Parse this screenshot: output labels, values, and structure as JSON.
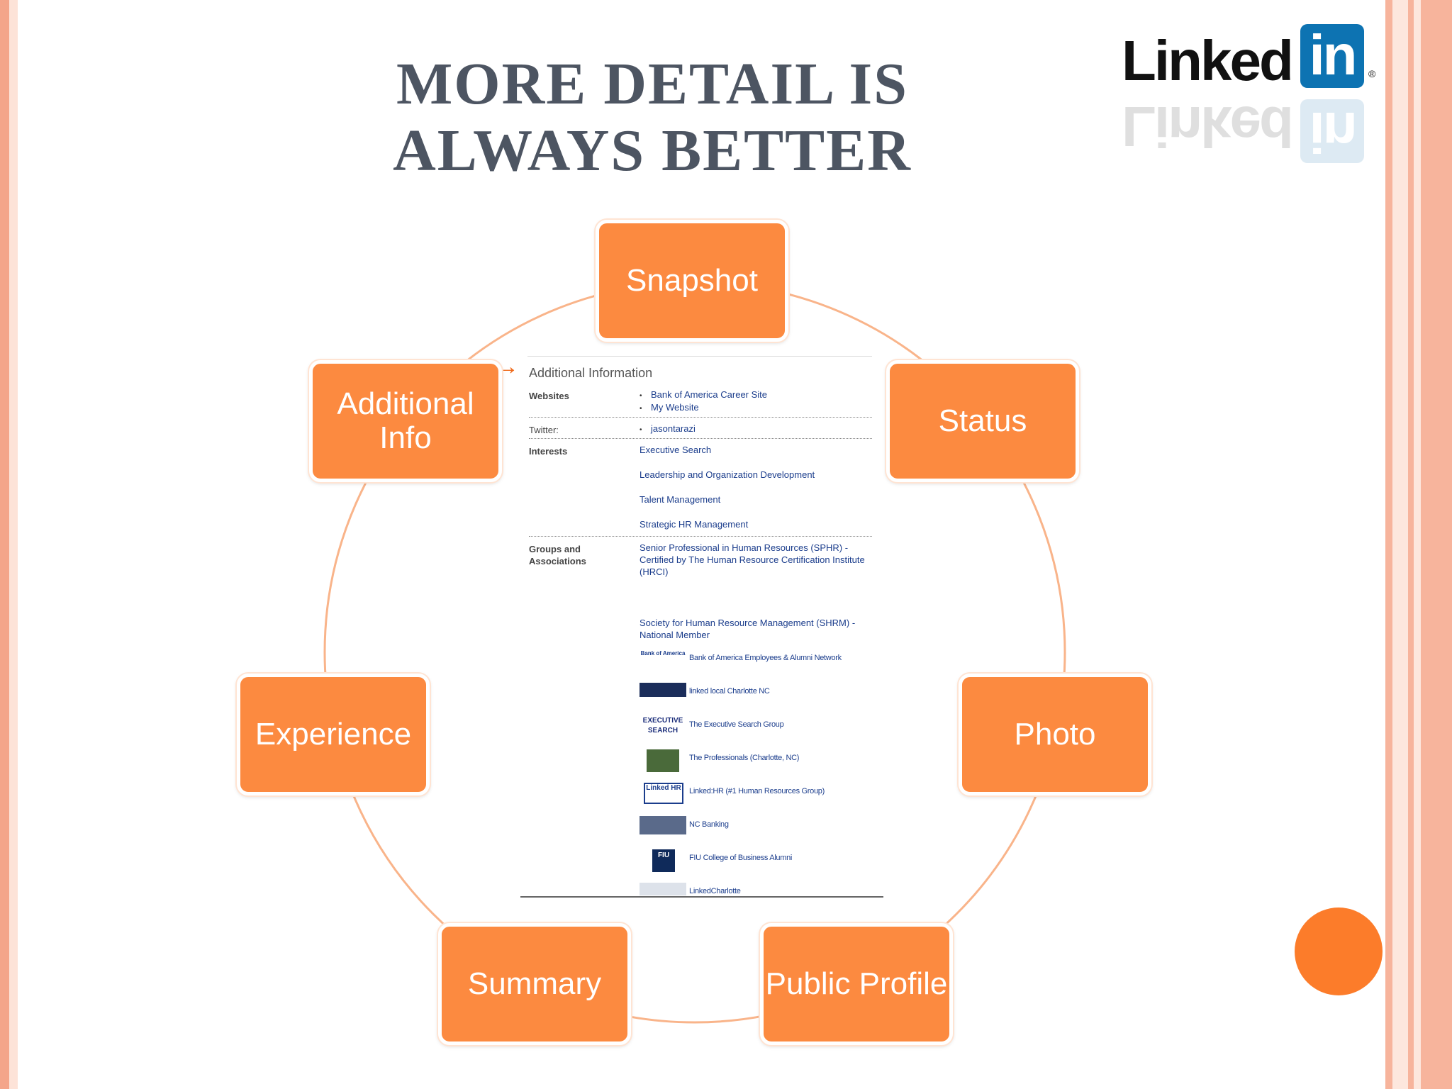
{
  "slide": {
    "title_line1": "MORE DETAIL IS",
    "title_line2": "ALWAYS BETTER"
  },
  "logo": {
    "word": "Linked",
    "box": "in",
    "registered": "®"
  },
  "diagram": {
    "nodes": {
      "snapshot": "Snapshot",
      "status": "Status",
      "photo": "Photo",
      "public_profile": "Public Profile",
      "summary": "Summary",
      "experience": "Experience",
      "additional_info": "Additional Info"
    },
    "accent": "#fc8a40",
    "arrow": "→"
  },
  "panel": {
    "title": "Additional Information",
    "websites_label": "Websites",
    "websites": [
      "Bank of America Career Site",
      "My Website"
    ],
    "twitter_label": "Twitter:",
    "twitter": "jasontarazi",
    "interests_label": "Interests",
    "interests": [
      "Executive Search",
      "Leadership and Organization Development",
      "Talent Management",
      "Strategic HR Management"
    ],
    "groups_label_1": "Groups and",
    "groups_label_2": "Associations",
    "associations": [
      "Senior Professional in Human Resources (SPHR) - Certified by The Human Resource Certification Institute (HRCI)",
      "Society for Human Resource Management (SHRM) - National Member"
    ],
    "groups": [
      {
        "icon": "Bank of America",
        "name": "Bank of America Employees & Alumni Network"
      },
      {
        "icon": "",
        "name": "linked local Charlotte NC"
      },
      {
        "icon": "EXECUTIVE SEARCH",
        "name": "The Executive Search Group"
      },
      {
        "icon": "",
        "name": "The Professionals (Charlotte, NC)"
      },
      {
        "icon": "Linked HR",
        "name": "Linked:HR (#1 Human Resources Group)"
      },
      {
        "icon": "",
        "name": "NC Banking"
      },
      {
        "icon": "FIU",
        "name": "FIU College of Business Alumni"
      },
      {
        "icon": "",
        "name": "LinkedCharlotte"
      }
    ]
  }
}
